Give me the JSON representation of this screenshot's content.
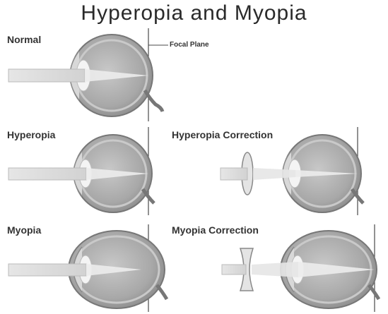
{
  "title": "Hyperopia and Myopia",
  "panels": {
    "normal": {
      "label": "Normal",
      "callout": "Focal Plane"
    },
    "hyperopia": {
      "label": "Hyperopia"
    },
    "hyperopia_correction": {
      "label": "Hyperopia Correction"
    },
    "myopia": {
      "label": "Myopia"
    },
    "myopia_correction": {
      "label": "Myopia Correction"
    }
  },
  "colors": {
    "eye_outer": "#9a9a9a",
    "eye_inner": "#bdbdbd",
    "lens": "#f2f2f2",
    "light_beam": "#e0e0e0",
    "line": "#4a4a4a"
  }
}
